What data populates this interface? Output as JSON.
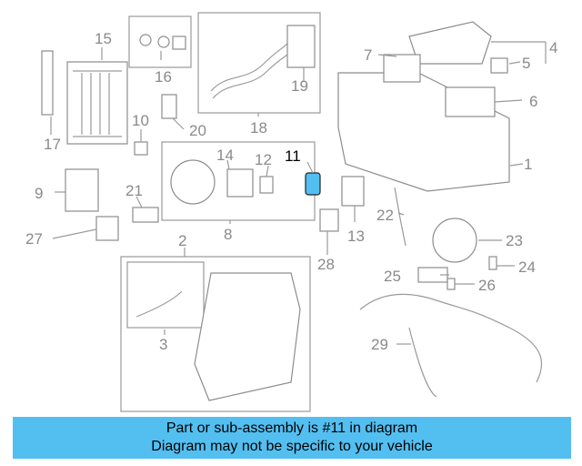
{
  "callouts": [
    {
      "id": "c1",
      "text": "1"
    },
    {
      "id": "c2",
      "text": "2"
    },
    {
      "id": "c3",
      "text": "3"
    },
    {
      "id": "c4",
      "text": "4"
    },
    {
      "id": "c5",
      "text": "5"
    },
    {
      "id": "c6",
      "text": "6"
    },
    {
      "id": "c7",
      "text": "7"
    },
    {
      "id": "c8",
      "text": "8"
    },
    {
      "id": "c9",
      "text": "9"
    },
    {
      "id": "c10",
      "text": "10"
    },
    {
      "id": "c11",
      "text": "11"
    },
    {
      "id": "c12",
      "text": "12"
    },
    {
      "id": "c13",
      "text": "13"
    },
    {
      "id": "c14",
      "text": "14"
    },
    {
      "id": "c15",
      "text": "15"
    },
    {
      "id": "c16",
      "text": "16"
    },
    {
      "id": "c17",
      "text": "17"
    },
    {
      "id": "c18",
      "text": "18"
    },
    {
      "id": "c19",
      "text": "19"
    },
    {
      "id": "c20",
      "text": "20"
    },
    {
      "id": "c21",
      "text": "21"
    },
    {
      "id": "c22",
      "text": "22"
    },
    {
      "id": "c23",
      "text": "23"
    },
    {
      "id": "c24",
      "text": "24"
    },
    {
      "id": "c25",
      "text": "25"
    },
    {
      "id": "c26",
      "text": "26"
    },
    {
      "id": "c27",
      "text": "27"
    },
    {
      "id": "c28",
      "text": "28"
    },
    {
      "id": "c29",
      "text": "29"
    }
  ],
  "highlight": {
    "part_number": "11",
    "color": "#53bff1"
  },
  "banner": {
    "line1": "Part or sub-assembly is #11 in diagram",
    "line2": "Diagram may not be specific to your vehicle",
    "background": "#53bff1"
  }
}
